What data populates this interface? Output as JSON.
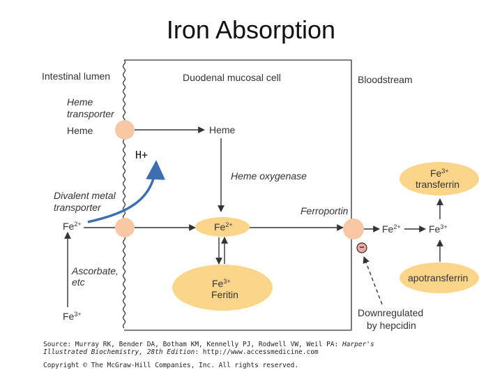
{
  "title": "Iron Absorption",
  "regions": {
    "lumen": "Intestinal lumen",
    "mucosal": "Duodenal mucosal cell",
    "blood": "Bloodstream"
  },
  "labels": {
    "heme_transporter_1": "Heme",
    "heme_transporter_2": "transporter",
    "heme_lumen": "Heme",
    "heme_cell": "Heme",
    "h_plus": "H+",
    "heme_oxygenase": "Heme oxygenase",
    "divalent_1": "Divalent metal",
    "divalent_2": "transporter",
    "ferroportin": "Ferroportin",
    "ascorbate_1": "Ascorbate,",
    "ascorbate_2": "etc",
    "downreg_1": "Downregulated",
    "downreg_2": "by hepcidin",
    "minus": "−"
  },
  "ions": {
    "fe_base": "Fe",
    "fe2_charge": "2+",
    "fe3_charge": "3+"
  },
  "nodes": {
    "ferritin_name": "Feritin",
    "transferrin_name": "transferrin",
    "apotransferrin": "apotransferrin"
  },
  "footer": {
    "source_prefix": "Source: Murray RK, Bender DA, Botham KM, Kennelly PJ, Rodwell VW, Weil PA: ",
    "source_book": "Harper's",
    "source_line2_italic": "Illustrated Biochemistry, 28th Edition",
    "source_line2_rest": ": http://www.accessmedicine.com",
    "copyright": "Copyright © The McGraw-Hill Companies, Inc. All rights reserved."
  },
  "colors": {
    "transporter": "#f8c8a4",
    "node_fill": "#fad58a",
    "arrow": "#333333",
    "h_arrow": "#3d6fb0",
    "minus_fill": "#f2a7a0"
  }
}
